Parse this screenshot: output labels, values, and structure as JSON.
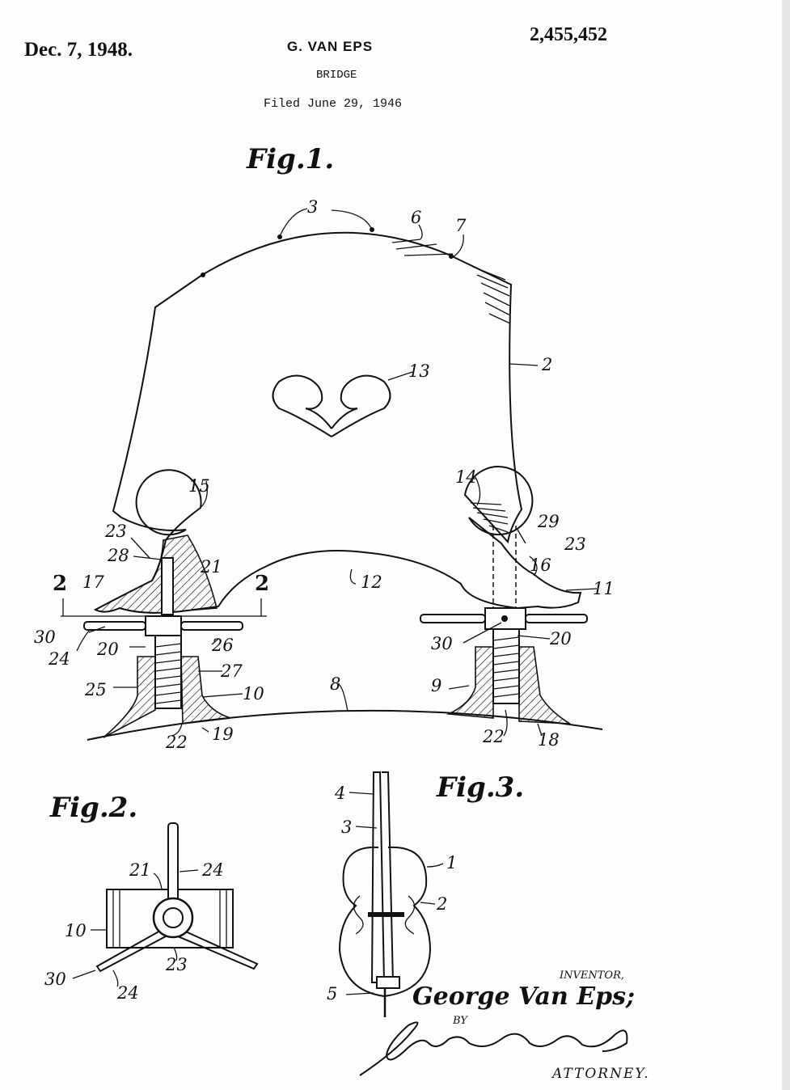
{
  "header": {
    "date": "Dec. 7, 1948.",
    "inventor": "G. VAN EPS",
    "subject": "BRIDGE",
    "filed": "Filed June 29, 1946",
    "patent_number": "2,455,452"
  },
  "figures": {
    "fig1": "Fig.1.",
    "fig2": "Fig.2.",
    "fig3": "Fig.3."
  },
  "fig1_labels": {
    "l3": "3",
    "l6": "6",
    "l7": "7",
    "l2": "2",
    "l13": "13",
    "l15": "15",
    "l14": "14",
    "l23a": "23",
    "l28": "28",
    "l21": "21",
    "l29": "29",
    "l23b": "23",
    "l16": "16",
    "l2a": "2",
    "l17": "17",
    "l2b": "2",
    "l12": "12",
    "l11": "11",
    "l30a": "30",
    "l24": "24",
    "l20a": "20",
    "l26": "26",
    "l30b": "30",
    "l20b": "20",
    "l27": "27",
    "l25": "25",
    "l10": "10",
    "l8": "8",
    "l9": "9",
    "l22a": "22",
    "l19": "19",
    "l22b": "22",
    "l18": "18"
  },
  "fig2_labels": {
    "l21": "21",
    "l24a": "24",
    "l10": "10",
    "l23": "23",
    "l30": "30",
    "l24b": "24"
  },
  "fig3_labels": {
    "l4": "4",
    "l3": "3",
    "l1": "1",
    "l2": "2",
    "l5": "5"
  },
  "signature": {
    "inventor_label": "INVENTOR,",
    "inventor_name": "George Van Eps;",
    "by": "BY",
    "attorney": "ATTORNEY."
  }
}
